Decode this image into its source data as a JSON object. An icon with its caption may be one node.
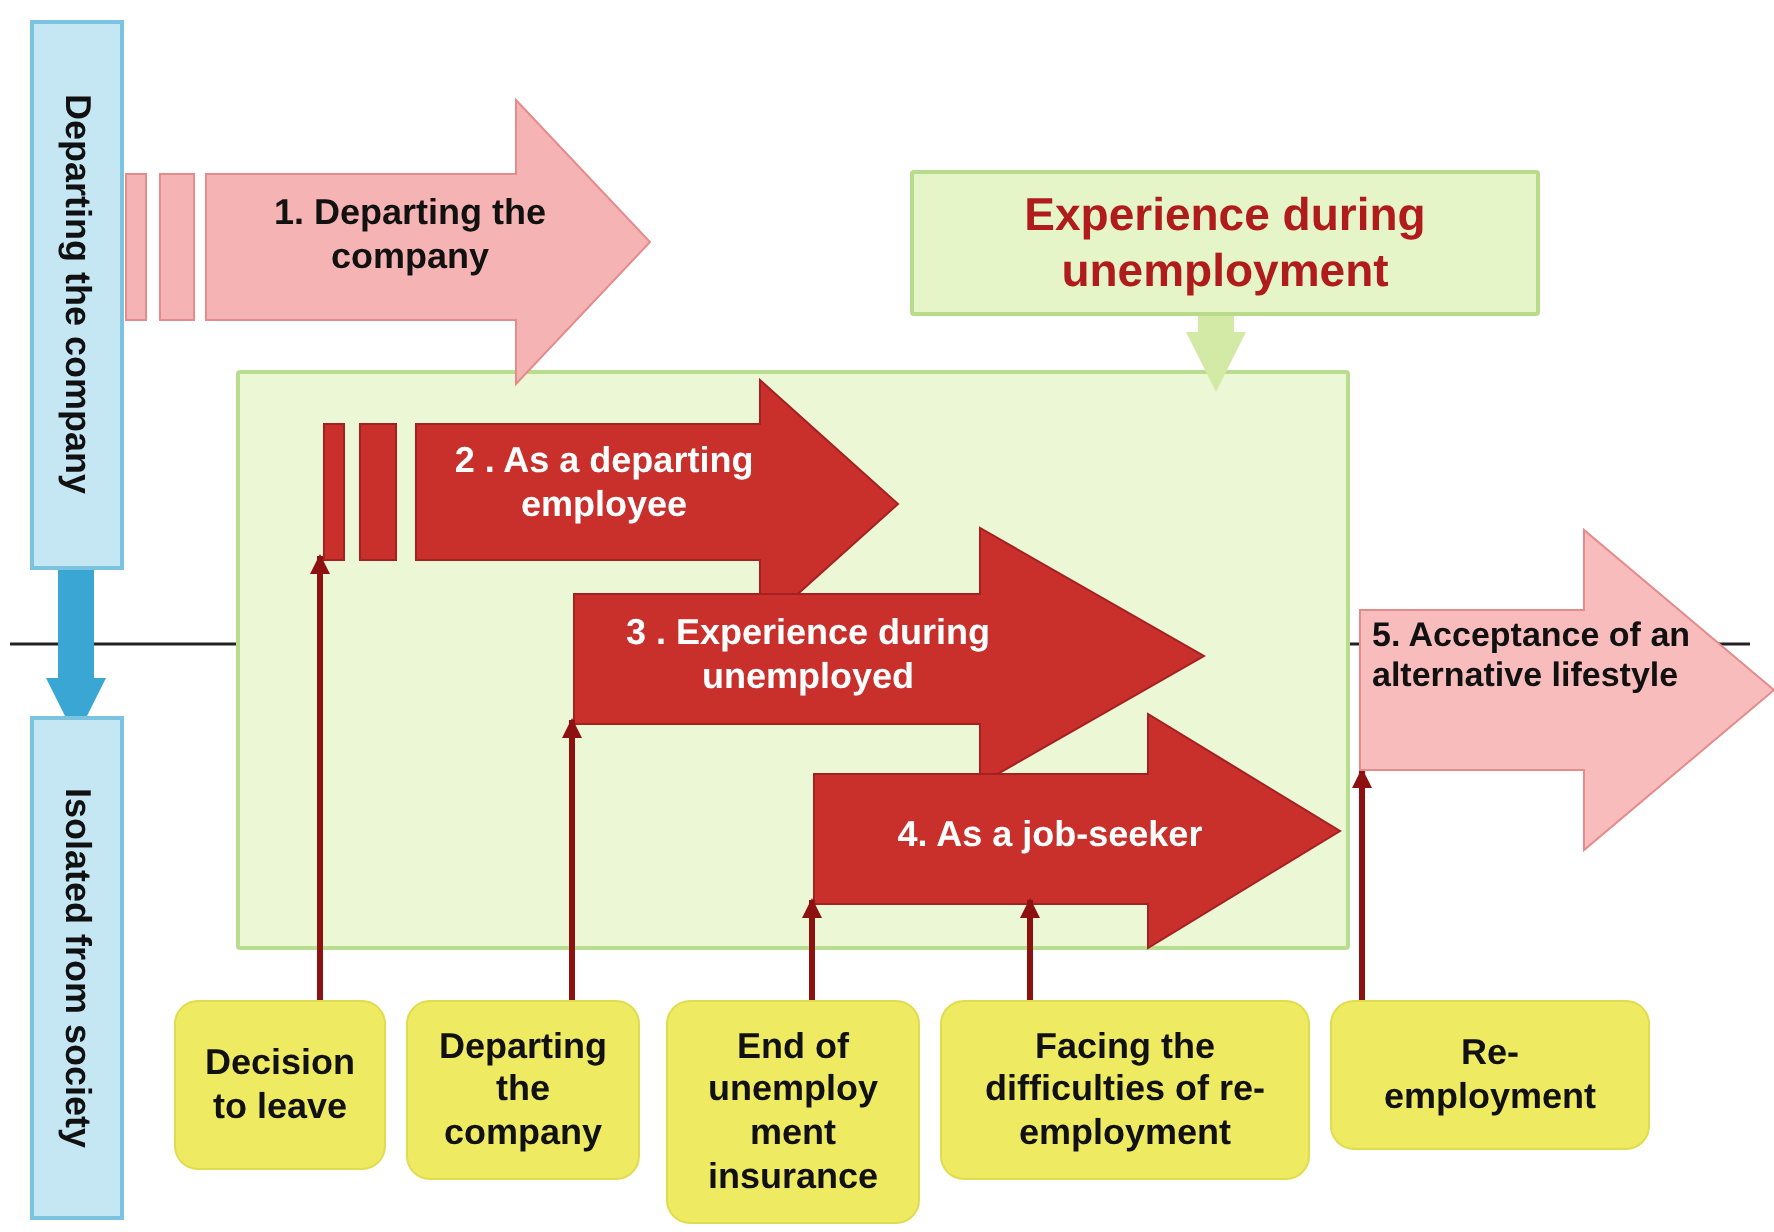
{
  "diagram": {
    "nodes": [
      {
        "text": [
          "Departing the company"
        ]
      },
      {
        "text": [
          "1. Departing the company"
        ]
      },
      {
        "text": [
          "Experience during unemployment"
        ]
      },
      {
        "text": [],
        "shape": "box"
      },
      {
        "text": [
          "2 . As a departing employee"
        ],
        "in": 3
      },
      {
        "text": [
          "3 . Experience during unemployed"
        ],
        "in": 3
      },
      {
        "text": [
          "4. As a job-seeker"
        ],
        "in": 3
      },
      {
        "text": [
          "5. Acceptance of an alternative lifestyle"
        ]
      },
      {
        "text": [
          "Isolated from society"
        ]
      },
      {
        "text": [
          "Decision to leave"
        ]
      },
      {
        "text": [
          "Departing the company"
        ]
      },
      {
        "text": [
          "End of unemploy ment insurance"
        ]
      },
      {
        "text": [
          "Facing the difficulties of re- employment"
        ]
      },
      {
        "text": [
          "Re- employment"
        ]
      }
    ],
    "edges": [
      {
        "from": 0,
        "to": 8,
        "arrow": "to",
        "style": "thick",
        "color": "#3aa6d4"
      },
      {
        "from": 2,
        "to": 3,
        "arrow": "to",
        "style": "thick",
        "color": "#d3eaa6"
      },
      {
        "from": 9,
        "to": 4,
        "arrow": "to"
      },
      {
        "from": 10,
        "to": 5,
        "arrow": "to"
      },
      {
        "from": 11,
        "to": 6,
        "arrow": "to"
      },
      {
        "from": 12,
        "to": 6,
        "arrow": "to"
      },
      {
        "from": 13,
        "to": 7,
        "arrow": "to"
      }
    ]
  }
}
